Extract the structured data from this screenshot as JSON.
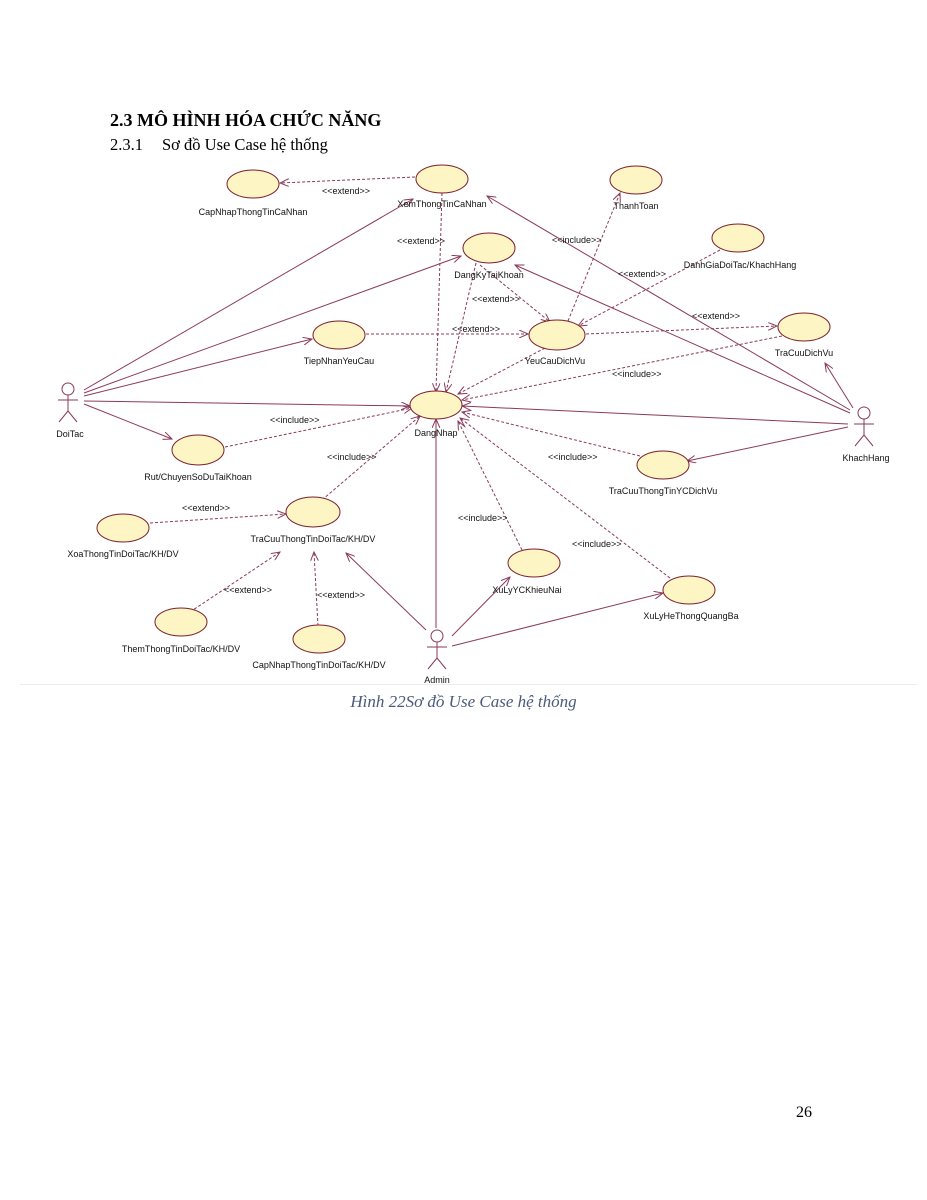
{
  "document": {
    "section_title": "2.3 MÔ HÌNH HÓA CHỨC NĂNG",
    "subsection_number": "2.3.1",
    "subsection_title": "Sơ đồ Use Case hệ thống",
    "caption": "Hình 22Sơ đồ Use Case hệ thống",
    "page_number": "26"
  },
  "diagram": {
    "actors": {
      "doitac": "DoiTac",
      "khachhang": "KhachHang",
      "admin": "Admin"
    },
    "use_cases": {
      "capnhap_ttcn": "CapNhapThongTinCaNhan",
      "xem_ttcn": "XemThongTinCaNhan",
      "thanhtoan": "ThanhToan",
      "dangky": "DangKyTaiKhoan",
      "danhgia": "DanhGiaDoiTac/KhachHang",
      "tiepnhan": "TiepNhanYeuCau",
      "yeucau": "YeuCauDichVu",
      "tracuu_dv": "TraCuuDichVu",
      "dangnhap": "DangNhap",
      "rut": "Rut/ChuyenSoDuTaiKhoan",
      "tracuu_yc": "TraCuuThongTinYCDichVu",
      "xoa": "XoaThongTinDoiTac/KH/DV",
      "tracuu_dt": "TraCuuThongTinDoiTac/KH/DV",
      "them": "ThemThongTinDoiTac/KH/DV",
      "capnhap_dt": "CapNhapThongTinDoiTac/KH/DV",
      "xuly_kn": "XuLyYCKhieuNai",
      "xuly_qb": "XuLyHeThongQuangBa"
    },
    "relation_labels": {
      "extend": "<<extend>>",
      "include": "<<include>>",
      "extend_clipped": "<<extend>>"
    }
  },
  "colors": {
    "association": "#8b3a5a",
    "ellipse_fill": "#fdf5c4",
    "ellipse_stroke": "#7a1e2a",
    "caption": "#4a5a7a"
  }
}
